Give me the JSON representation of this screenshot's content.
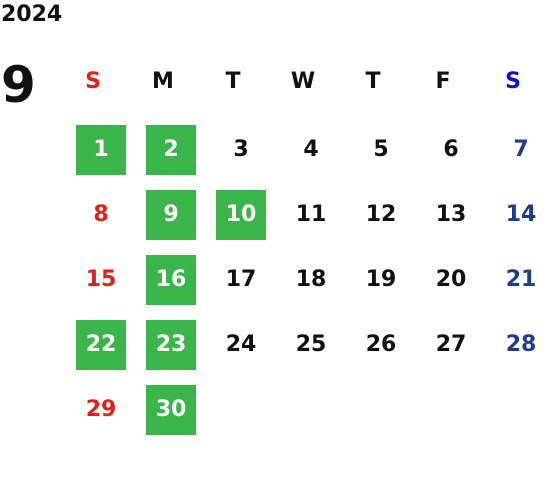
{
  "calendar": {
    "year": "2024",
    "month": "9",
    "weekdays": [
      "S",
      "M",
      "T",
      "W",
      "T",
      "F",
      "S"
    ],
    "weekday_colors": [
      "#e0201b",
      "#111111",
      "#111111",
      "#111111",
      "#111111",
      "#111111",
      "#1010d0"
    ],
    "start_weekday": 0,
    "days": [
      {
        "label": "1",
        "highlighted": true
      },
      {
        "label": "2",
        "highlighted": true
      },
      {
        "label": "3",
        "highlighted": false
      },
      {
        "label": "4",
        "highlighted": false
      },
      {
        "label": "5",
        "highlighted": false
      },
      {
        "label": "6",
        "highlighted": false
      },
      {
        "label": "7",
        "highlighted": false
      },
      {
        "label": "8",
        "highlighted": false
      },
      {
        "label": "9",
        "highlighted": true
      },
      {
        "label": "10",
        "highlighted": true
      },
      {
        "label": "11",
        "highlighted": false
      },
      {
        "label": "12",
        "highlighted": false
      },
      {
        "label": "13",
        "highlighted": false
      },
      {
        "label": "14",
        "highlighted": false
      },
      {
        "label": "15",
        "highlighted": false
      },
      {
        "label": "16",
        "highlighted": true
      },
      {
        "label": "17",
        "highlighted": false
      },
      {
        "label": "18",
        "highlighted": false
      },
      {
        "label": "19",
        "highlighted": false
      },
      {
        "label": "20",
        "highlighted": false
      },
      {
        "label": "21",
        "highlighted": false
      },
      {
        "label": "22",
        "highlighted": true
      },
      {
        "label": "23",
        "highlighted": true
      },
      {
        "label": "24",
        "highlighted": false
      },
      {
        "label": "25",
        "highlighted": false
      },
      {
        "label": "26",
        "highlighted": false
      },
      {
        "label": "27",
        "highlighted": false
      },
      {
        "label": "28",
        "highlighted": false
      },
      {
        "label": "29",
        "highlighted": false
      },
      {
        "label": "30",
        "highlighted": true
      }
    ],
    "colors": {
      "highlight_bg": "#3ab54a",
      "highlight_text": "#ffffff",
      "sunday_text": "#e0201b",
      "saturday_text": "#1c3c92",
      "default_text": "#111111"
    }
  }
}
